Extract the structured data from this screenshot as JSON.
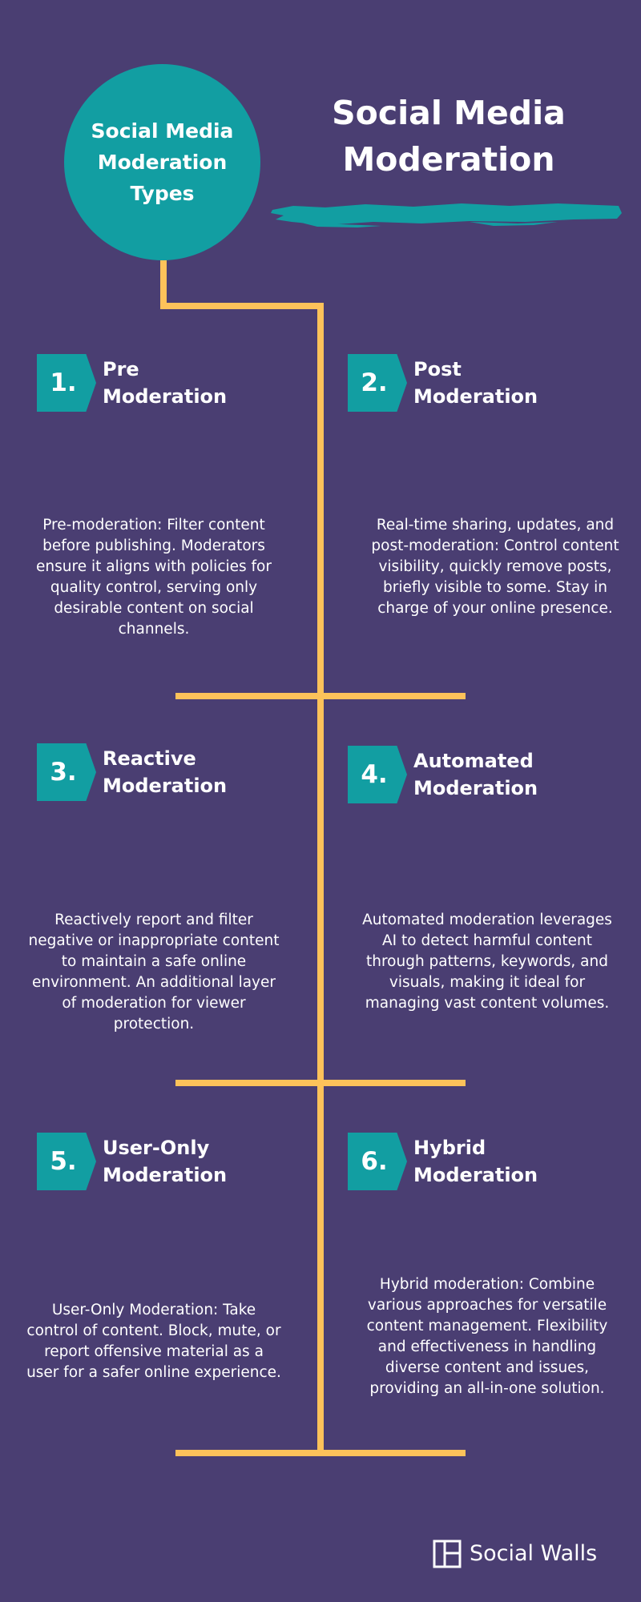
{
  "hub_label": "Social Media\nModeration\nTypes",
  "title": "Social Media\nModeration",
  "colors": {
    "background": "#4a3e72",
    "teal": "#129ea2",
    "connector": "#fdc25a",
    "text": "#ffffff"
  },
  "types": [
    {
      "number": "1.",
      "title": "Pre\nModeration",
      "description": "Pre-moderation: Filter content before publishing. Moderators ensure it aligns with policies for quality control, serving only desirable content on social channels."
    },
    {
      "number": "2.",
      "title": "Post\nModeration",
      "description": "Real-time sharing, updates, and post-moderation: Control content visibility, quickly remove posts, briefly visible to some. Stay in charge of your online presence."
    },
    {
      "number": "3.",
      "title": "Reactive\nModeration",
      "description": "Reactively report and filter negative or inappropriate content to maintain a safe online environment. An additional layer of moderation for viewer protection."
    },
    {
      "number": "4.",
      "title": "Automated\nModeration",
      "description": "Automated moderation leverages AI to detect harmful content through patterns, keywords, and visuals, making it ideal for managing vast content volumes."
    },
    {
      "number": "5.",
      "title": "User-Only\nModeration",
      "description": "User-Only Moderation: Take control of content. Block, mute, or report offensive material as a user for a safer online experience."
    },
    {
      "number": "6.",
      "title": "Hybrid\nModeration",
      "description": "Hybrid moderation: Combine various approaches for versatile content management. Flexibility and effectiveness in handling diverse content and issues, providing an all-in-one solution."
    }
  ],
  "brand": {
    "icon": "social-walls-logo-icon",
    "name": "Social Walls"
  }
}
